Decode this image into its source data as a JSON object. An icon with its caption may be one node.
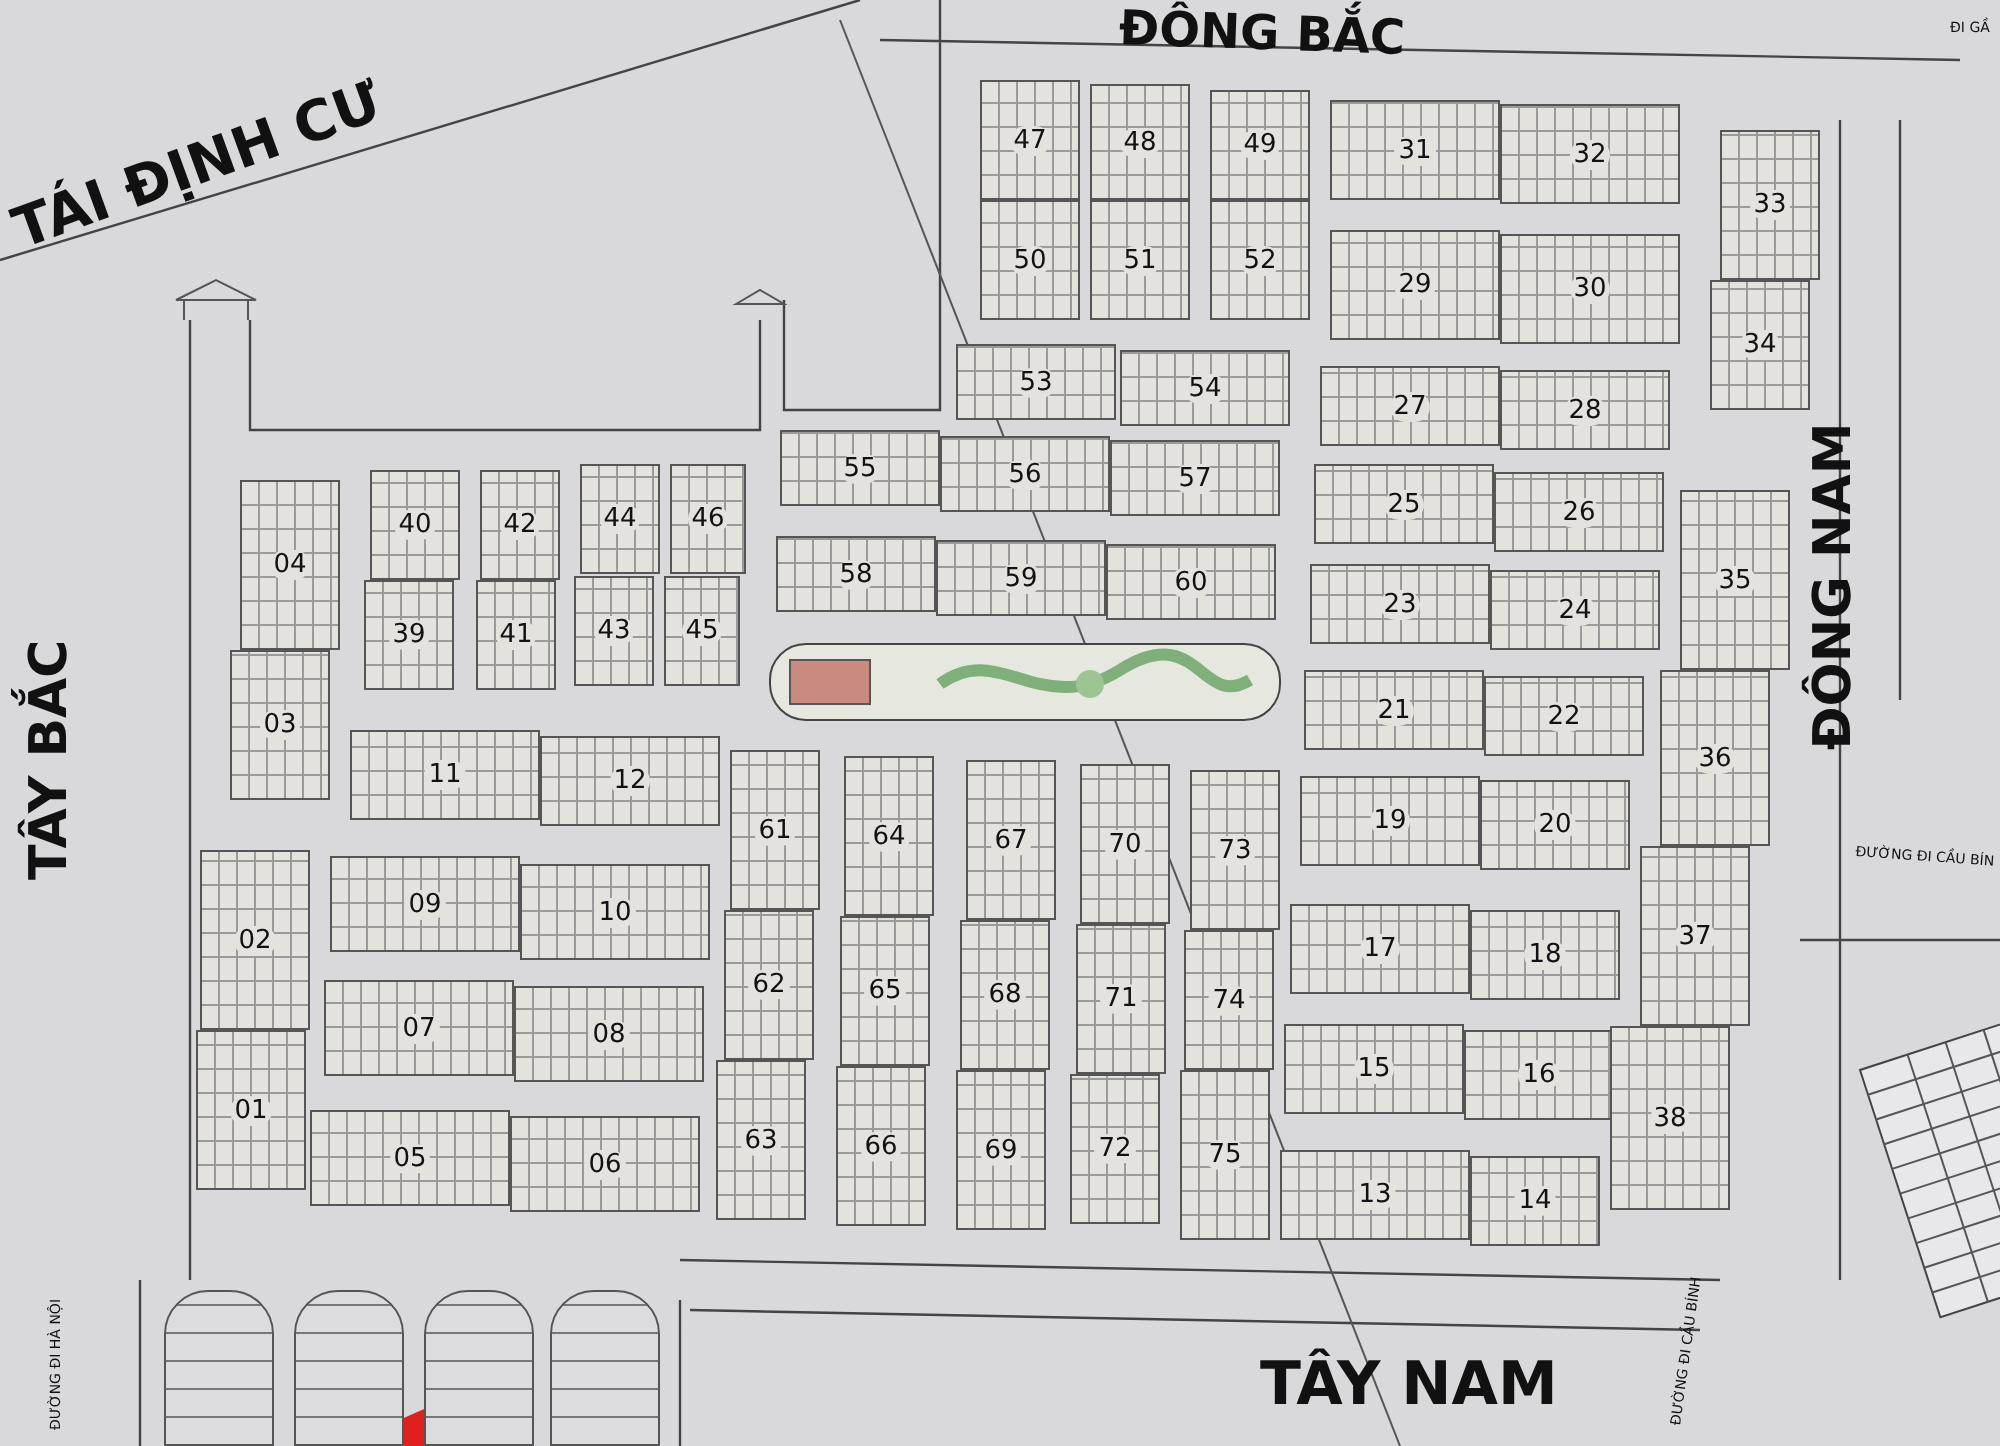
{
  "diagram": {
    "nodes": [
      {
        "text": [
          "47"
        ]
      },
      {
        "text": [
          "48"
        ]
      },
      {
        "text": [
          "49"
        ]
      },
      {
        "text": [
          "31"
        ]
      },
      {
        "text": [
          "32"
        ]
      },
      {
        "text": [
          "33"
        ]
      },
      {
        "text": [
          "50"
        ]
      },
      {
        "text": [
          "51"
        ]
      },
      {
        "text": [
          "52"
        ]
      },
      {
        "text": [
          "29"
        ]
      },
      {
        "text": [
          "30"
        ]
      },
      {
        "text": [
          "34"
        ]
      },
      {
        "text": [
          "53"
        ]
      },
      {
        "text": [
          "54"
        ]
      },
      {
        "text": [
          "27"
        ]
      },
      {
        "text": [
          "28"
        ]
      },
      {
        "text": [
          "55"
        ]
      },
      {
        "text": [
          "56"
        ]
      },
      {
        "text": [
          "57"
        ]
      },
      {
        "text": [
          "25"
        ]
      },
      {
        "text": [
          "26"
        ]
      },
      {
        "text": [
          "04"
        ]
      },
      {
        "text": [
          "40"
        ]
      },
      {
        "text": [
          "42"
        ]
      },
      {
        "text": [
          "44"
        ]
      },
      {
        "text": [
          "46"
        ]
      },
      {
        "text": [
          "35"
        ]
      },
      {
        "text": [
          "58"
        ]
      },
      {
        "text": [
          "59"
        ]
      },
      {
        "text": [
          "60"
        ]
      },
      {
        "text": [
          "23"
        ]
      },
      {
        "text": [
          "24"
        ]
      },
      {
        "text": [
          "39"
        ]
      },
      {
        "text": [
          "41"
        ]
      },
      {
        "text": [
          "43"
        ]
      },
      {
        "text": [
          "45"
        ]
      },
      {
        "text": [
          "21"
        ]
      },
      {
        "text": [
          "22"
        ]
      },
      {
        "text": [
          "03"
        ]
      },
      {
        "text": [
          "36"
        ]
      },
      {
        "text": [
          "11"
        ]
      },
      {
        "text": [
          "12"
        ]
      },
      {
        "text": [
          "61"
        ]
      },
      {
        "text": [
          "64"
        ]
      },
      {
        "text": [
          "67"
        ]
      },
      {
        "text": [
          "70"
        ]
      },
      {
        "text": [
          "73"
        ]
      },
      {
        "text": [
          "19"
        ]
      },
      {
        "text": [
          "20"
        ]
      },
      {
        "text": [
          "02"
        ]
      },
      {
        "text": [
          "09"
        ]
      },
      {
        "text": [
          "10"
        ]
      },
      {
        "text": [
          "17"
        ]
      },
      {
        "text": [
          "18"
        ]
      },
      {
        "text": [
          "37"
        ]
      },
      {
        "text": [
          "62"
        ]
      },
      {
        "text": [
          "65"
        ]
      },
      {
        "text": [
          "68"
        ]
      },
      {
        "text": [
          "71"
        ]
      },
      {
        "text": [
          "74"
        ]
      },
      {
        "text": [
          "07"
        ]
      },
      {
        "text": [
          "08"
        ]
      },
      {
        "text": [
          "15"
        ]
      },
      {
        "text": [
          "16"
        ]
      },
      {
        "text": [
          "01"
        ]
      },
      {
        "text": [
          "05"
        ]
      },
      {
        "text": [
          "06"
        ]
      },
      {
        "text": [
          "63"
        ]
      },
      {
        "text": [
          "66"
        ]
      },
      {
        "text": [
          "69"
        ]
      },
      {
        "text": [
          "72"
        ]
      },
      {
        "text": [
          "75"
        ]
      },
      {
        "text": [
          "13"
        ]
      },
      {
        "text": [
          "14"
        ]
      },
      {
        "text": [
          "38"
        ]
      },
      {
        "text": [],
        "shape": "box"
      },
      {
        "text": [],
        "shape": "box"
      },
      {
        "text": [],
        "shape": "box"
      },
      {
        "text": [],
        "shape": "box"
      }
    ],
    "labels": [
      "TÁI ĐỊNH CƯ",
      "ĐÔNG BẮC",
      "ĐI GẦ",
      "TÂY BẮC",
      "ĐÔNG NAM",
      "ĐƯỜNG ĐI CẦU BÍN",
      "ĐƯỜNG ĐI HÀ NỘI",
      "ĐƯỜNG ĐI CẦU BÍNH",
      "TÂY NAM"
    ]
  }
}
